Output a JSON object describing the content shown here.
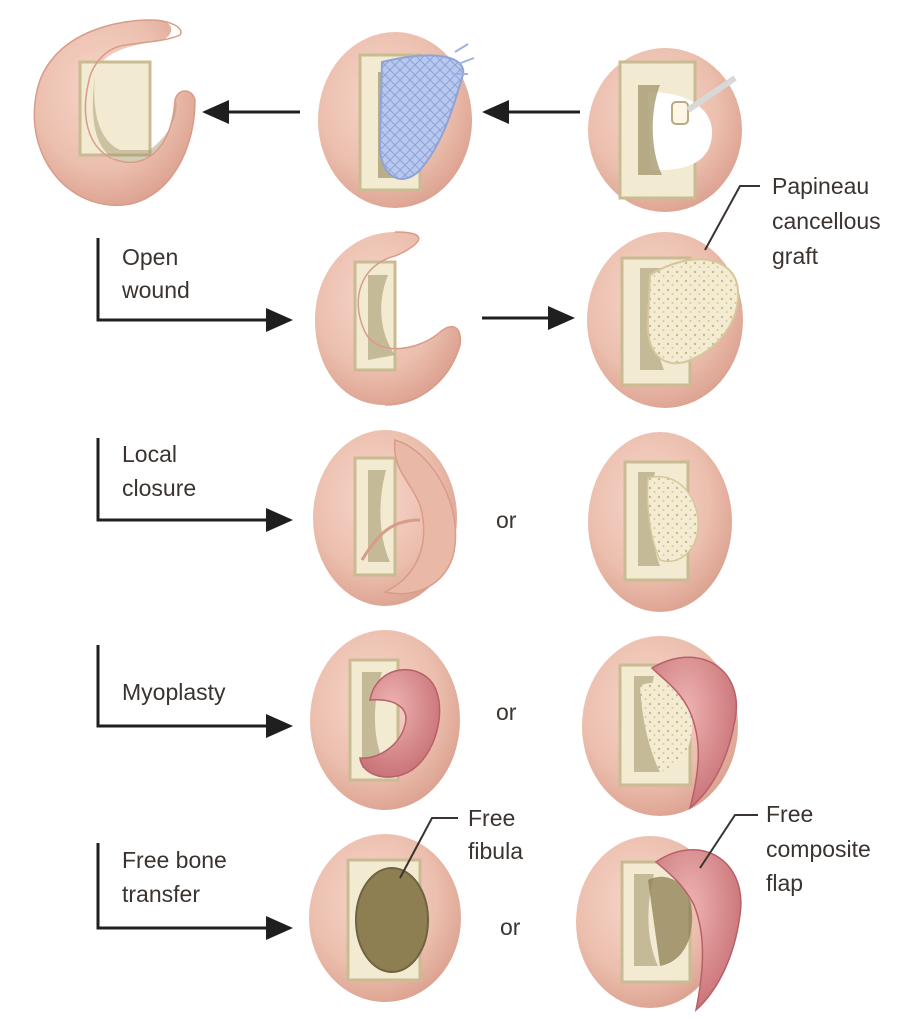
{
  "labels": {
    "open_wound_1": "Open",
    "open_wound_2": "wound",
    "local_closure_1": "Local",
    "local_closure_2": "closure",
    "myoplasty": "Myoplasty",
    "free_bone_1": "Free bone",
    "free_bone_2": "transfer",
    "papineau_1": "Papineau",
    "papineau_2": "cancellous",
    "papineau_3": "graft",
    "free_fibula_1": "Free",
    "free_fibula_2": "fibula",
    "free_composite_1": "Free",
    "free_composite_2": "composite",
    "free_composite_3": "flap",
    "or": "or"
  },
  "colors": {
    "skin": "#edc3b5",
    "skin_dark": "#d99b8a",
    "skin_inner": "#e9b4a3",
    "bone": "#f3ead2",
    "bone_edge": "#c9bb92",
    "marrow": "#a69a72",
    "graft": "#f2ecd0",
    "muscle": "#cf7d80",
    "muscle_light": "#e3a4a4",
    "fibula": "#8e7f52",
    "gauze": "#aebfe6",
    "arrow": "#1f1f1f",
    "text": "#3a3330"
  }
}
